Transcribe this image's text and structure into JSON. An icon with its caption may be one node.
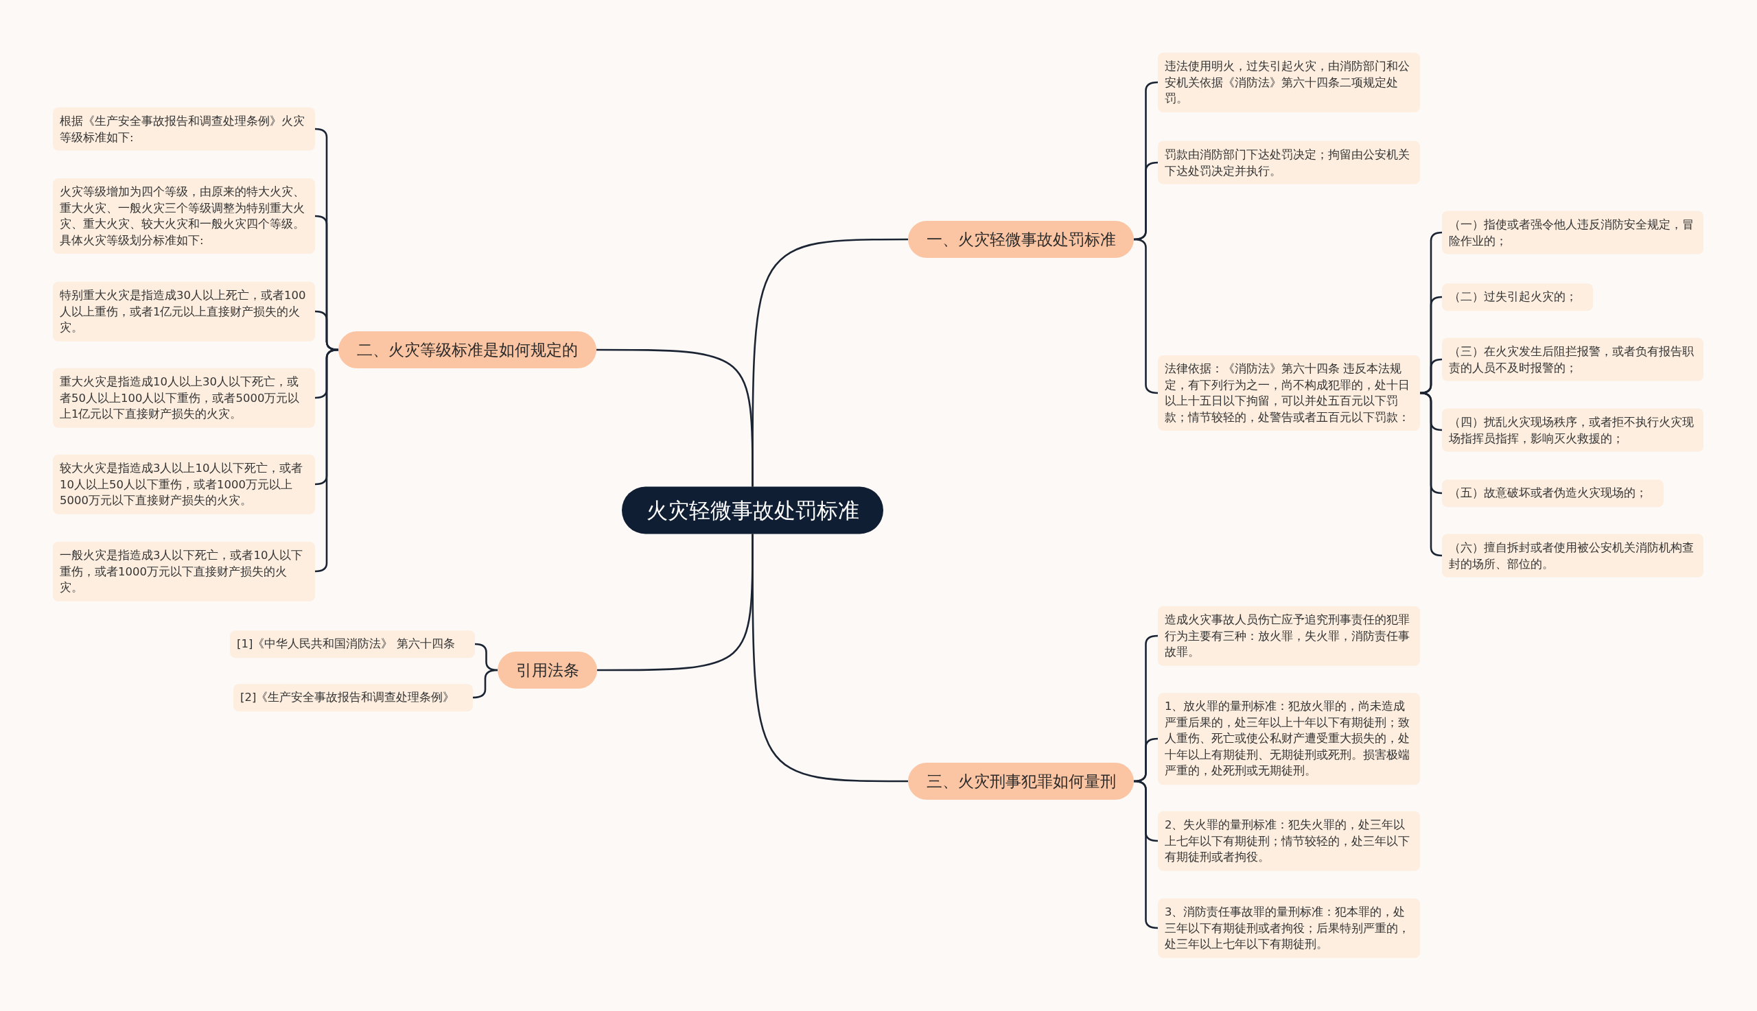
{
  "diagram": {
    "nodes": [
      {
        "text": [
          "火灾轻微事故处罚标准"
        ]
      },
      {
        "text": [
          "一、火灾轻微事故处罚标准"
        ]
      },
      {
        "text": [
          "违法使用明火，过失引起火灾，由消防部门和公安机关依据《消防法》第六十四条二项规定处罚。"
        ]
      },
      {
        "text": [
          "罚款由消防部门下达处罚决定；拘留由公安机关下达处罚决定并执行。"
        ]
      },
      {
        "text": [
          "法律依据：《消防法》第六十四条 违反本法规定，有下列行为之一，尚不构成犯罪的，处十日以上十五日以下拘留，可以并处五百元以下罚款；情节较轻的，处警告或者五百元以下罚款："
        ]
      },
      {
        "text": [
          "（一）指使或者强令他人违反消防安全规定，冒险作业的；"
        ]
      },
      {
        "text": [
          "（二）过失引起火灾的；"
        ]
      },
      {
        "text": [
          "（三）在火灾发生后阻拦报警，或者负有报告职责的人员不及时报警的；"
        ]
      },
      {
        "text": [
          "（四）扰乱火灾现场秩序，或者拒不执行火灾现场指挥员指挥，影响灭火救援的；"
        ]
      },
      {
        "text": [
          "（五）故意破坏或者伪造火灾现场的；"
        ]
      },
      {
        "text": [
          "（六）擅自拆封或者使用被公安机关消防机构查封的场所、部位的。"
        ]
      },
      {
        "text": [
          "二、火灾等级标准是如何规定的"
        ]
      },
      {
        "text": [
          "根据《生产安全事故报告和调查处理条例》火灾等级标准如下:"
        ]
      },
      {
        "text": [
          "火灾等级增加为四个等级，由原来的特大火灾、重大火灾、一般火灾三个等级调整为特别重大火灾、重大火灾、较大火灾和一般火灾四个等级。具体火灾等级划分标准如下:"
        ]
      },
      {
        "text": [
          "特别重大火灾是指造成30人以上死亡，或者100人以上重伤，或者1亿元以上直接财产损失的火灾。"
        ]
      },
      {
        "text": [
          "重大火灾是指造成10人以上30人以下死亡，或者50人以上100人以下重伤，或者5000万元以上1亿元以下直接财产损失的火灾。"
        ]
      },
      {
        "text": [
          "较大火灾是指造成3人以上10人以下死亡，或者10人以上50人以下重伤，或者1000万元以上5000万元以下直接财产损失的火灾。"
        ]
      },
      {
        "text": [
          "一般火灾是指造成3人以下死亡，或者10人以下重伤，或者1000万元以下直接财产损失的火灾。"
        ]
      },
      {
        "text": [
          "三、火灾刑事犯罪如何量刑"
        ]
      },
      {
        "text": [
          "造成火灾事故人员伤亡应予追究刑事责任的犯罪行为主要有三种：放火罪，失火罪，消防责任事故罪。"
        ]
      },
      {
        "text": [
          "1、放火罪的量刑标准：犯放火罪的，尚未造成严重后果的，处三年以上十年以下有期徒刑；致人重伤、死亡或使公私财产遭受重大损失的，处十年以上有期徒刑、无期徒刑或死刑。损害极端严重的，处死刑或无期徒刑。"
        ]
      },
      {
        "text": [
          "2、失火罪的量刑标准：犯失火罪的，处三年以上七年以下有期徒刑；情节较轻的，处三年以下有期徒刑或者拘役。"
        ]
      },
      {
        "text": [
          "3、消防责任事故罪的量刑标准：犯本罪的，处三年以下有期徒刑或者拘役；后果特别严重的，处三年以上七年以下有期徒刑。"
        ]
      },
      {
        "text": [
          "引用法条"
        ]
      },
      {
        "text": [
          "[1]《中华人民共和国消防法》 第六十四条"
        ]
      },
      {
        "text": [
          "[2]《生产安全事故报告和调查处理条例》"
        ]
      }
    ],
    "edges": [
      {
        "from": 0,
        "to": 1,
        "arrow": "none"
      },
      {
        "from": 1,
        "to": 2,
        "arrow": "none"
      },
      {
        "from": 1,
        "to": 3,
        "arrow": "none"
      },
      {
        "from": 1,
        "to": 4,
        "arrow": "none"
      },
      {
        "from": 4,
        "to": 5,
        "arrow": "none"
      },
      {
        "from": 4,
        "to": 6,
        "arrow": "none"
      },
      {
        "from": 4,
        "to": 7,
        "arrow": "none"
      },
      {
        "from": 4,
        "to": 8,
        "arrow": "none"
      },
      {
        "from": 4,
        "to": 9,
        "arrow": "none"
      },
      {
        "from": 4,
        "to": 10,
        "arrow": "none"
      },
      {
        "from": 0,
        "to": 11,
        "arrow": "none"
      },
      {
        "from": 11,
        "to": 12,
        "arrow": "none"
      },
      {
        "from": 11,
        "to": 13,
        "arrow": "none"
      },
      {
        "from": 11,
        "to": 14,
        "arrow": "none"
      },
      {
        "from": 11,
        "to": 15,
        "arrow": "none"
      },
      {
        "from": 11,
        "to": 16,
        "arrow": "none"
      },
      {
        "from": 11,
        "to": 17,
        "arrow": "none"
      },
      {
        "from": 0,
        "to": 18,
        "arrow": "none"
      },
      {
        "from": 18,
        "to": 19,
        "arrow": "none"
      },
      {
        "from": 18,
        "to": 20,
        "arrow": "none"
      },
      {
        "from": 18,
        "to": 21,
        "arrow": "none"
      },
      {
        "from": 18,
        "to": 22,
        "arrow": "none"
      },
      {
        "from": 0,
        "to": 23,
        "arrow": "none"
      },
      {
        "from": 23,
        "to": 24,
        "arrow": "none"
      },
      {
        "from": 23,
        "to": 25,
        "arrow": "none"
      }
    ]
  }
}
